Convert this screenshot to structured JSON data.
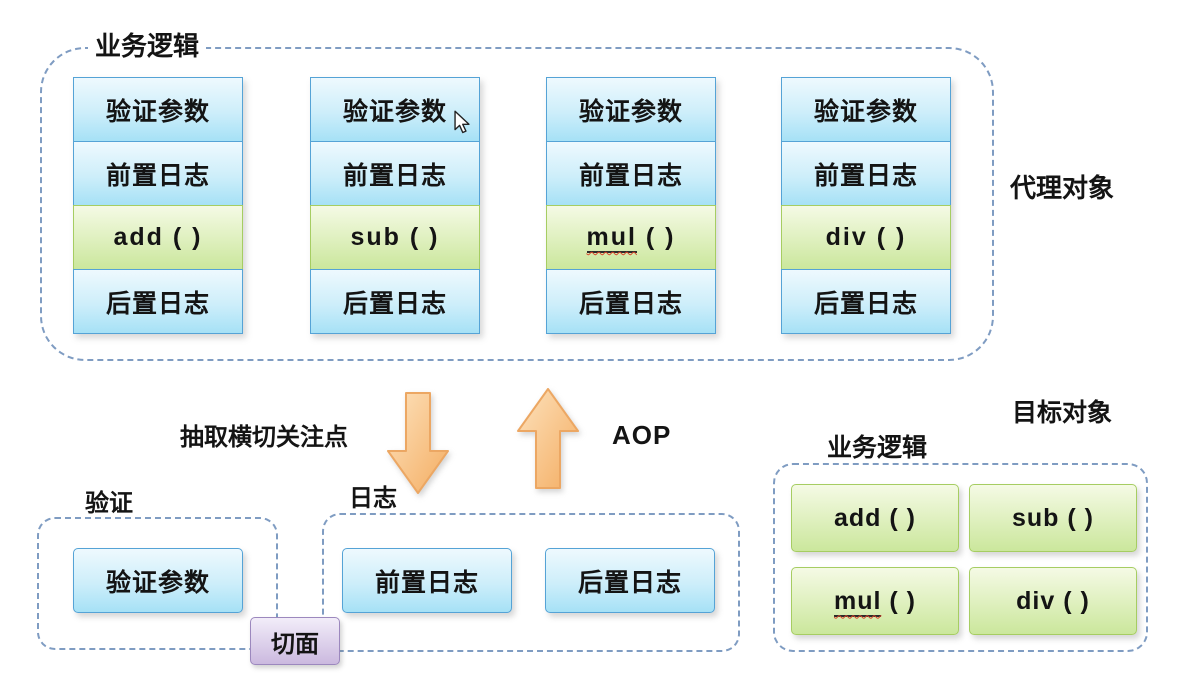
{
  "proxy": {
    "container_label": "业务逻辑",
    "side_label": "代理对象",
    "columns": [
      {
        "cells": [
          {
            "text": "验证参数",
            "style": "blue"
          },
          {
            "text": "前置日志",
            "style": "blue"
          },
          {
            "text": "add ( )",
            "style": "green",
            "latin": true
          },
          {
            "text": "后置日志",
            "style": "blue"
          }
        ]
      },
      {
        "cells": [
          {
            "text": "验证参数",
            "style": "blue"
          },
          {
            "text": "前置日志",
            "style": "blue"
          },
          {
            "text": "sub ( )",
            "style": "green",
            "latin": true
          },
          {
            "text": "后置日志",
            "style": "blue"
          }
        ]
      },
      {
        "cells": [
          {
            "text": "验证参数",
            "style": "blue"
          },
          {
            "text": "前置日志",
            "style": "blue"
          },
          {
            "text": "mul ( )",
            "style": "green",
            "latin": true,
            "wavy": true
          },
          {
            "text": "后置日志",
            "style": "blue"
          }
        ]
      },
      {
        "cells": [
          {
            "text": "验证参数",
            "style": "blue"
          },
          {
            "text": "前置日志",
            "style": "blue"
          },
          {
            "text": "div ( )",
            "style": "green",
            "latin": true
          },
          {
            "text": "后置日志",
            "style": "blue"
          }
        ]
      }
    ]
  },
  "transform": {
    "extract_label": "抽取横切关注点",
    "aop_label": "AOP"
  },
  "aspects": {
    "validation": {
      "label": "验证",
      "boxes": [
        {
          "text": "验证参数"
        }
      ]
    },
    "logging": {
      "label": "日志",
      "boxes": [
        {
          "text": "前置日志"
        },
        {
          "text": "后置日志"
        }
      ]
    },
    "aspect_badge": "切面"
  },
  "target": {
    "title": "目标对象",
    "container_label": "业务逻辑",
    "methods": [
      {
        "text": "add ( )",
        "latin": true
      },
      {
        "text": "sub ( )",
        "latin": true
      },
      {
        "text": "mul ( )",
        "latin": true,
        "wavy": true
      },
      {
        "text": "div ( )",
        "latin": true
      }
    ]
  },
  "colors": {
    "dash": "#7f9cc2",
    "blue_border": "#55a3d6",
    "blue_top": "#eef9fe",
    "blue_bottom": "#a6e1f6",
    "green_border": "#a6cd62",
    "green_top": "#f5fae5",
    "green_bottom": "#cbe79c",
    "purple_border": "#9c88be",
    "purple_top": "#f2edf9",
    "purple_bottom": "#cbb9df",
    "arrow_light": "#fde2bd",
    "arrow_dark": "#f4ad62",
    "arrow_border": "#eca763"
  }
}
